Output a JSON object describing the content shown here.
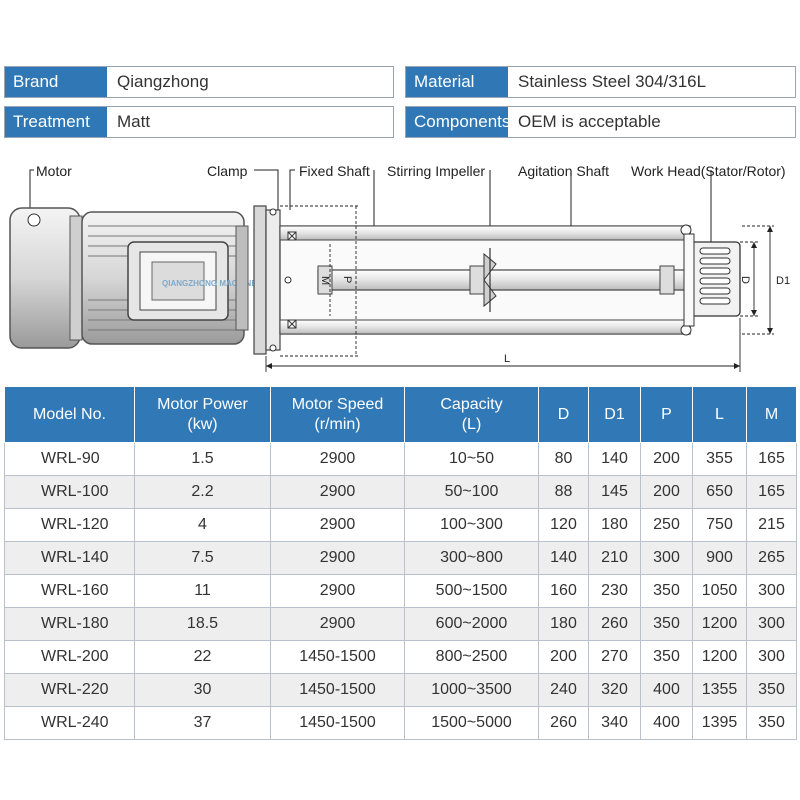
{
  "info": {
    "brand_label": "Brand",
    "brand_value": "Qiangzhong",
    "material_label": "Material",
    "material_value": "Stainless Steel 304/316L",
    "treatment_label": "Treatment",
    "treatment_value": "Matt",
    "components_label": "Components",
    "components_value": "OEM is acceptable"
  },
  "diagram": {
    "labels": {
      "motor": "Motor",
      "clamp": "Clamp",
      "fixed_shaft": "Fixed Shaft",
      "stirring_impeller": "Stirring Impeller",
      "agitation_shaft": "Agitation Shaft",
      "work_head": "Work Head(Stator/Rotor)"
    },
    "dims": {
      "m": "M",
      "p": "P",
      "l": "L",
      "d": "D",
      "d1": "D1"
    },
    "watermark": "QIANGZHONG MACHINERY"
  },
  "table": {
    "headers": [
      [
        "Model No."
      ],
      [
        "Motor Power",
        "(kw)"
      ],
      [
        "Motor Speed",
        "(r/min)"
      ],
      [
        "Capacity",
        "(L)"
      ],
      [
        "D"
      ],
      [
        "D1"
      ],
      [
        "P"
      ],
      [
        "L"
      ],
      [
        "M"
      ]
    ],
    "rows": [
      [
        "WRL-90",
        "1.5",
        "2900",
        "10~50",
        "80",
        "140",
        "200",
        "355",
        "165"
      ],
      [
        "WRL-100",
        "2.2",
        "2900",
        "50~100",
        "88",
        "145",
        "200",
        "650",
        "165"
      ],
      [
        "WRL-120",
        "4",
        "2900",
        "100~300",
        "120",
        "180",
        "250",
        "750",
        "215"
      ],
      [
        "WRL-140",
        "7.5",
        "2900",
        "300~800",
        "140",
        "210",
        "300",
        "900",
        "265"
      ],
      [
        "WRL-160",
        "11",
        "2900",
        "500~1500",
        "160",
        "230",
        "350",
        "1050",
        "300"
      ],
      [
        "WRL-180",
        "18.5",
        "2900",
        "600~2000",
        "180",
        "260",
        "350",
        "1200",
        "300"
      ],
      [
        "WRL-200",
        "22",
        "1450-1500",
        "800~2500",
        "200",
        "270",
        "350",
        "1200",
        "300"
      ],
      [
        "WRL-220",
        "30",
        "1450-1500",
        "1000~3500",
        "240",
        "320",
        "400",
        "1355",
        "350"
      ],
      [
        "WRL-240",
        "37",
        "1450-1500",
        "1500~5000",
        "260",
        "340",
        "400",
        "1395",
        "350"
      ]
    ]
  }
}
